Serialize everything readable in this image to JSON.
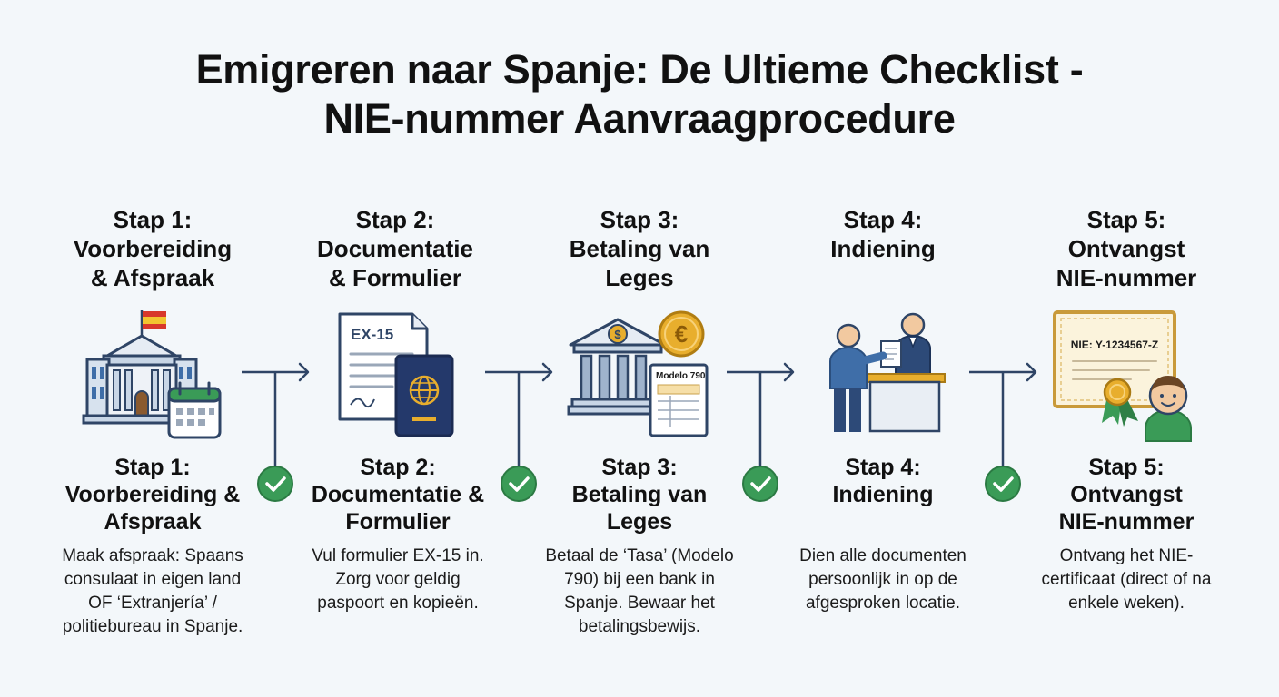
{
  "title": {
    "line1": "Emigreren naar Spanje: De Ultieme Checklist -",
    "line2": "NIE-nummer Aanvraagprocedure"
  },
  "colors": {
    "navy": "#2d4a78",
    "blue": "#3f6ea8",
    "green": "#3a9b57",
    "gold": "#e8ae2d",
    "line": "#2f4566"
  },
  "steps": [
    {
      "head": [
        "Stap 1:",
        "Voorbereiding",
        "& Afspraak"
      ],
      "sub": [
        "Stap 1:",
        "Voorbereiding &",
        "Afspraak"
      ],
      "desc": [
        "Maak afspraak: Spaans",
        "consulaat in eigen land",
        "OF ‘Extranjería’ /",
        "politiebureau in Spanje."
      ],
      "icon": "government-building-calendar-icon"
    },
    {
      "head": [
        "Stap 2:",
        "Documentatie",
        "& Formulier"
      ],
      "sub": [
        "Stap 2:",
        "Documentatie &",
        "Formulier"
      ],
      "desc": [
        "Vul formulier EX-15 in.",
        "Zorg voor geldig",
        "paspoort en kopieën."
      ],
      "icon": "form-passport-icon",
      "form_label": "EX-15"
    },
    {
      "head": [
        "Stap 3:",
        "Betaling van",
        "Leges"
      ],
      "sub": [
        "Stap 3:",
        "Betaling van",
        "Leges"
      ],
      "desc": [
        "Betaal de ‘Tasa’ (Modelo",
        "790) bij een bank in",
        "Spanje. Bewaar het",
        "betalingsbewijs."
      ],
      "icon": "bank-euro-form-icon",
      "form_label": "Modelo 790"
    },
    {
      "head": [
        "Stap 4:",
        "Indiening"
      ],
      "sub": [
        "Stap 4:",
        "Indiening"
      ],
      "desc": [
        "Dien alle documenten",
        "persoonlijk in op de",
        "afgesproken locatie."
      ],
      "icon": "submission-desk-icon"
    },
    {
      "head": [
        "Stap 5:",
        "Ontvangst",
        "NIE-nummer"
      ],
      "sub": [
        "Stap 5:",
        "Ontvangst",
        "NIE-nummer"
      ],
      "desc": [
        "Ontvang het NIE-",
        "certificaat (direct of na",
        "enkele weken)."
      ],
      "icon": "certificate-person-icon",
      "cert_label": "NIE: Y-1234567-Z"
    }
  ]
}
